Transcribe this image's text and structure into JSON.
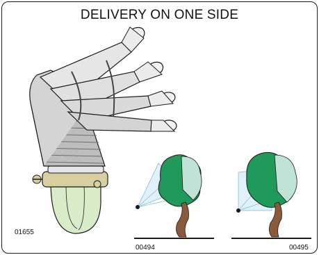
{
  "title": "DELIVERY ON ONE SIDE",
  "figure_codes": {
    "main": "01655",
    "left_tree": "00494",
    "right_tree": "00495"
  },
  "colors": {
    "outline": "#1a1a1a",
    "metal_light": "#e6e6e6",
    "metal_mid": "#bdbdbd",
    "metal_dark": "#8a8a8a",
    "tank": "#d9ecc9",
    "clamp": "#d7cfa0",
    "foliage_dark": "#1f9a5a",
    "foliage_light": "#bfe3d7",
    "trunk": "#8a5a3a",
    "spray": "#dff1fb"
  }
}
